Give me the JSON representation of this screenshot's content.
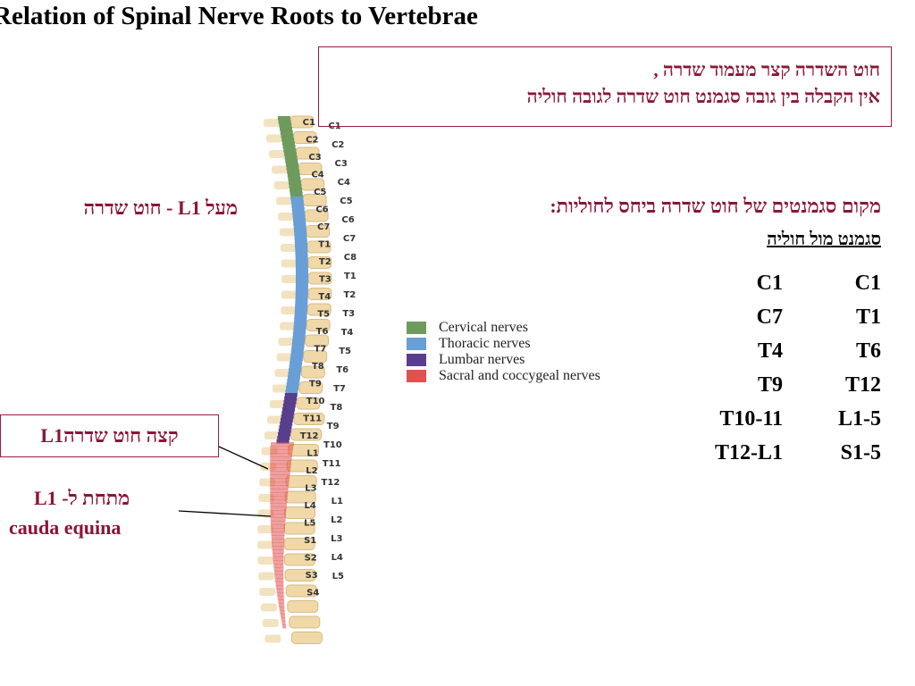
{
  "title": "Relation of Spinal Nerve Roots to Vertebrae",
  "top_note": {
    "line1": "חוט השדרה קצר מעמוד שדרה ,",
    "line2": "אין הקבלה בין גובה סגמנט חוט שדרה לגובה חוליה"
  },
  "labels": {
    "above_l1": "מעל L1 - חוט שדרה",
    "cord_end": "קצה חוט שדרהL1",
    "below_l1": "מתחת ל- L1",
    "cauda": "cauda equina"
  },
  "segment_table": {
    "heading": "מקום סגמנטים של חוט שדרה ביחס לחוליות:",
    "subheading": "סגמנט מול חוליה",
    "rows": [
      {
        "segment": "C1",
        "vertebra": "C1"
      },
      {
        "segment": "C7",
        "vertebra": "T1"
      },
      {
        "segment": "T4",
        "vertebra": "T6"
      },
      {
        "segment": "T9",
        "vertebra": "T12"
      },
      {
        "segment": "T10-11",
        "vertebra": "L1-5"
      },
      {
        "segment": "T12-L1",
        "vertebra": "S1-5"
      }
    ]
  },
  "legend": [
    {
      "label": "Cervical nerves",
      "color": "#6e9a5e"
    },
    {
      "label": "Thoracic nerves",
      "color": "#6a9ed6"
    },
    {
      "label": "Lumbar nerves",
      "color": "#5a3e8e"
    },
    {
      "label": "Sacral and coccygeal nerves",
      "color": "#e0524e"
    }
  ],
  "spine_labels": {
    "cord_left": [
      "C1",
      "C2",
      "C3",
      "C4",
      "C5",
      "C6",
      "C7",
      "T1",
      "T2",
      "T3",
      "T4",
      "T5",
      "T6",
      "T7",
      "T8",
      "T9",
      "T10",
      "T11",
      "T12",
      "L1",
      "L2",
      "L3",
      "L4",
      "L5",
      "S1",
      "S2",
      "S3",
      "S4"
    ],
    "vertebra_right": [
      "C1",
      "C2",
      "C3",
      "C4",
      "C5",
      "C6",
      "C7",
      "C8",
      "T1",
      "T2",
      "T3",
      "T4",
      "T5",
      "T6",
      "T7",
      "T8",
      "T9",
      "T10",
      "T11",
      "T12",
      "L1",
      "L2",
      "L3",
      "L4",
      "L5"
    ]
  }
}
